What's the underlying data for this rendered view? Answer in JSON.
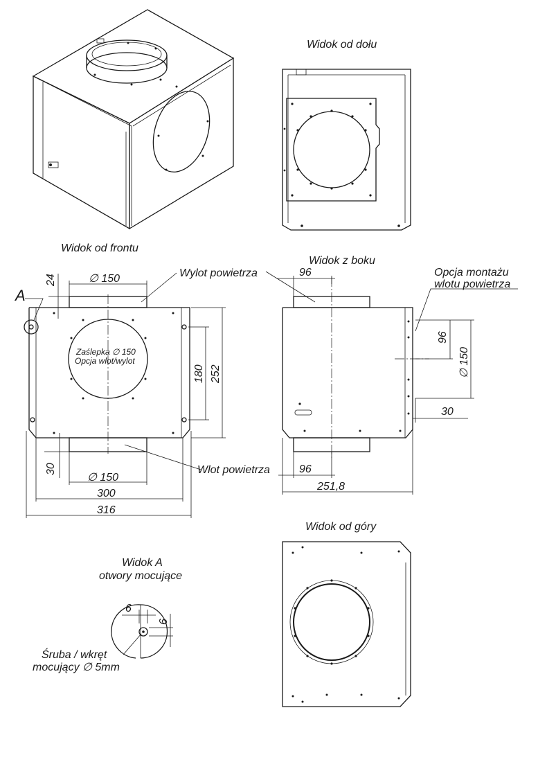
{
  "views": {
    "bottom": "Widok od dołu",
    "front": "Widok od frontu",
    "side": "Widok z boku",
    "top": "Widok od góry",
    "detail_a_title": "Widok A",
    "detail_a_subtitle": "otwory mocujące"
  },
  "labels": {
    "air_outlet": "Wylot powietrza",
    "air_inlet": "Wlot powietrza",
    "cap_line1": "Zaślepka ∅ 150",
    "cap_line2": "Opcja wlot/wylot",
    "option_line1": "Opcja montażu",
    "option_line2": "wlotu powietrza",
    "screw_line1": "Śruba / wkręt",
    "screw_line2": "mocujący ∅ 5mm",
    "detail_marker": "A"
  },
  "dimensions": {
    "front_outlet_diameter": "∅ 150",
    "front_outlet_height": "24",
    "front_holes_spacing": "180",
    "front_height": "252",
    "front_inlet_height": "30",
    "front_inlet_diameter": "∅ 150",
    "front_width_inner": "300",
    "front_width_outer": "316",
    "side_outlet_width": "96",
    "side_option_height": "96",
    "side_option_diameter": "∅ 150",
    "side_option_offset": "30",
    "side_inlet_width": "96",
    "side_depth": "251,8",
    "detail_width": "6",
    "detail_height": "6"
  }
}
